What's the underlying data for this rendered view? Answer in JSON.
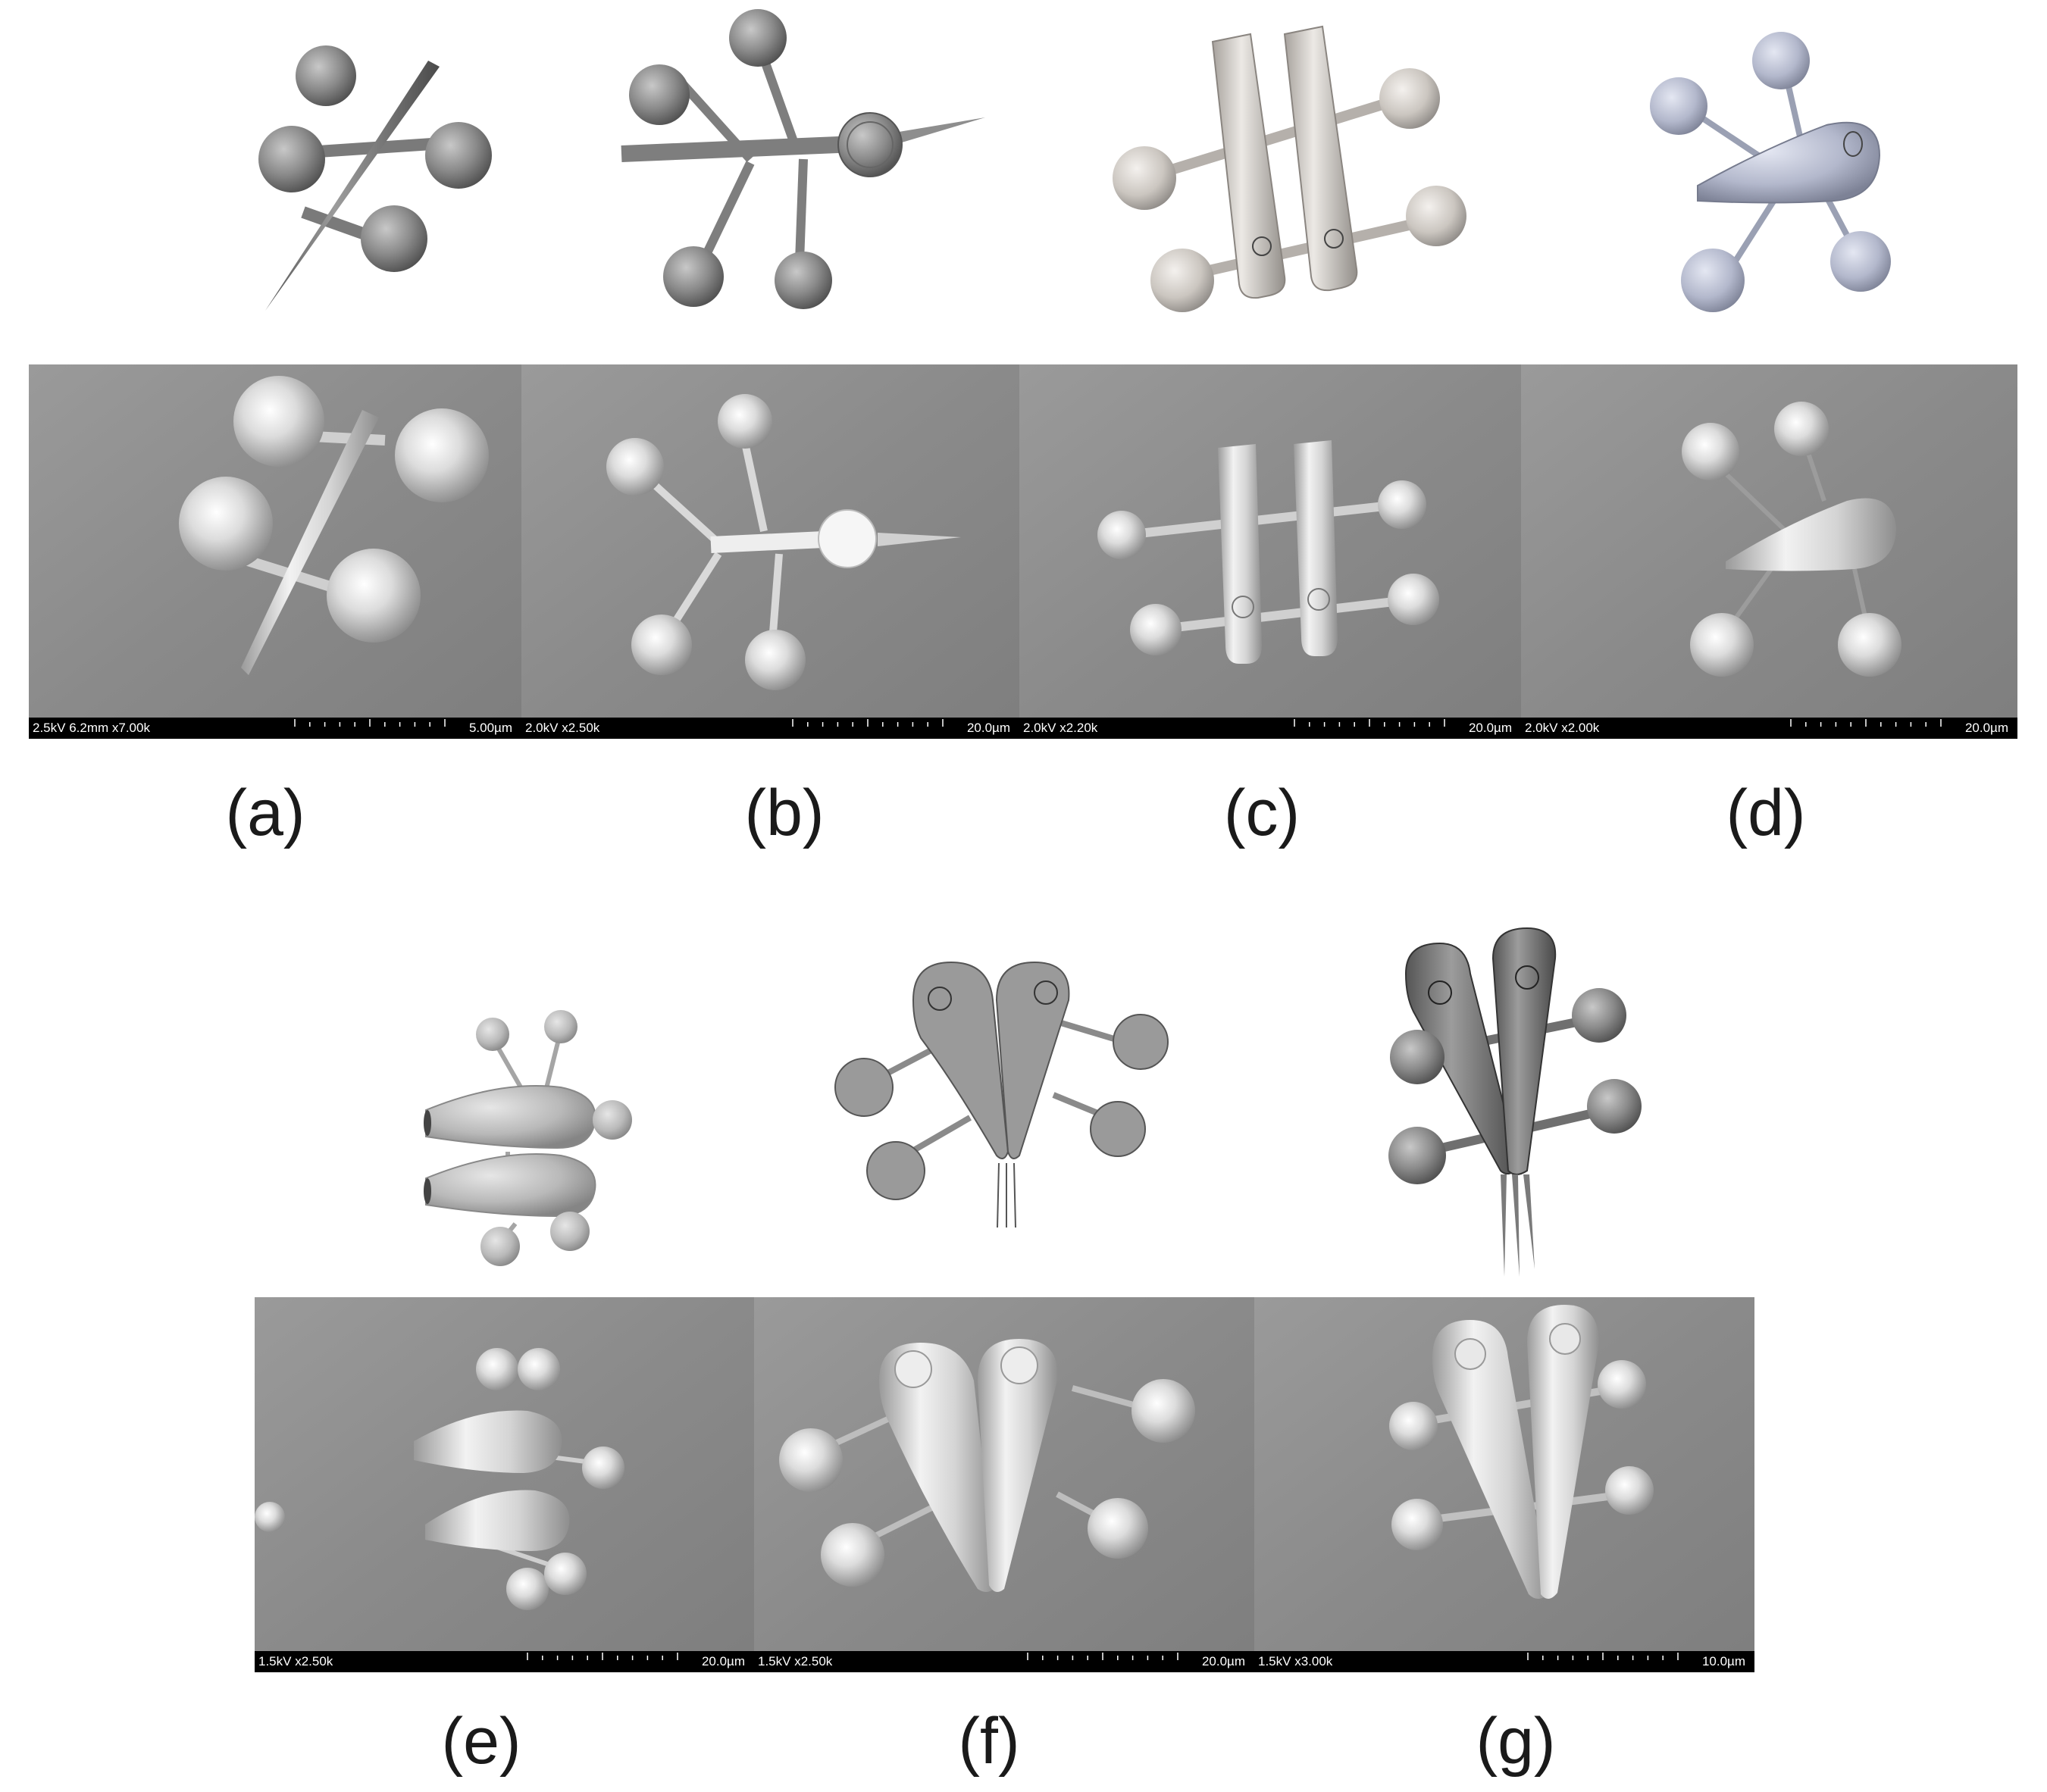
{
  "colors": {
    "sem_bg": "#8f8f8f",
    "render_dark": "#8a8a8a",
    "render_tan": "#d0ccc8",
    "render_blue": "#b7bccf",
    "render_flat": "#9a9a9a"
  },
  "panels": [
    {
      "label": "(a)",
      "sem_info": "2.5kV 6.2mm x7.00k",
      "sem_scale": "5.00µm"
    },
    {
      "label": "(b)",
      "sem_info": "2.0kV x2.50k",
      "sem_scale": "20.0µm"
    },
    {
      "label": "(c)",
      "sem_info": "2.0kV x2.20k",
      "sem_scale": "20.0µm"
    },
    {
      "label": "(d)",
      "sem_info": "2.0kV x2.00k",
      "sem_scale": "20.0µm"
    },
    {
      "label": "(e)",
      "sem_info": "1.5kV x2.50k",
      "sem_scale": "20.0µm"
    },
    {
      "label": "(f)",
      "sem_info": "1.5kV x2.50k",
      "sem_scale": "20.0µm"
    },
    {
      "label": "(g)",
      "sem_info": "1.5kV x3.00k",
      "sem_scale": "10.0µm"
    }
  ]
}
